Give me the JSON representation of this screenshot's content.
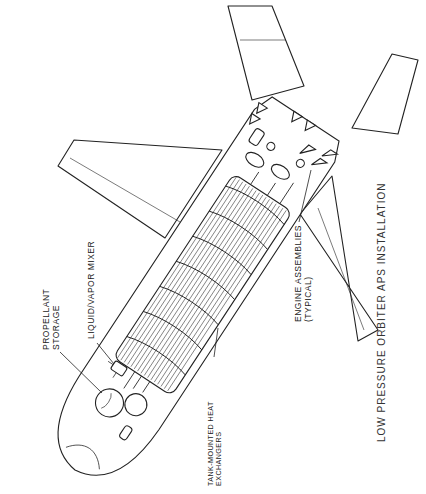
{
  "diagram": {
    "caption": "LOW PRESSURE ORBITER APS INSTALLATION",
    "labels": [
      "PROPELLANT STORAGE",
      "LIQUID/VAPOR MIXER",
      "TANK-MOUNTED HEAT EXCHANGERS",
      "ENGINE ASSEMBLIES (TYPICAL)"
    ]
  }
}
